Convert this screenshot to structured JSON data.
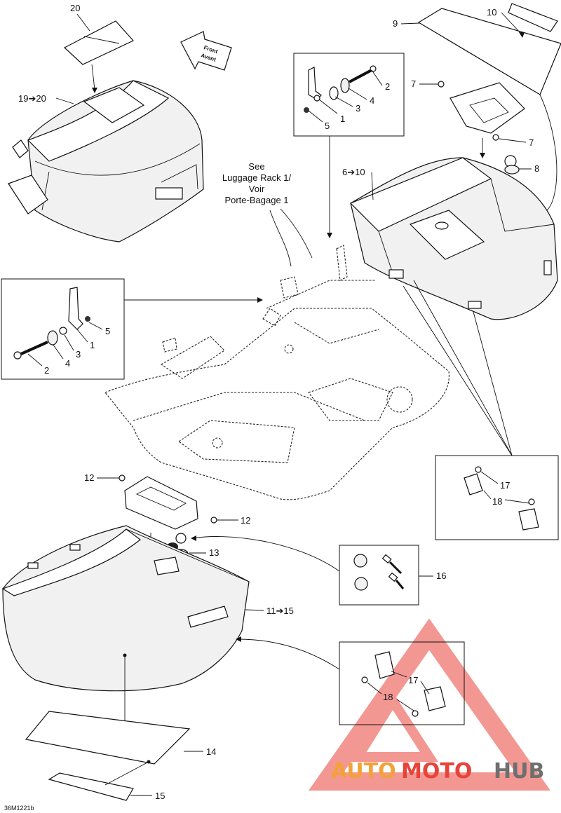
{
  "diagram": {
    "drawing_code": "36M1221b",
    "front_arrow": {
      "line1": "Front",
      "line2": "Avant"
    },
    "note": {
      "line1": "See",
      "line2": "Luggage Rack 1/",
      "line3": "Voir",
      "line4": "Porte-Bagage 1"
    },
    "callouts": {
      "c20": "20",
      "c19_20": "19➔20",
      "c10_top": "10",
      "c9": "9",
      "c7a": "7",
      "c7b": "7",
      "c8": "8",
      "c6_10": "6➔10",
      "tr2": "2",
      "tr4": "4",
      "tr3": "3",
      "tr1": "1",
      "tr5": "5",
      "ml5": "5",
      "ml1": "1",
      "ml3": "3",
      "ml4": "4",
      "ml2": "2",
      "c12a": "12",
      "c12b": "12",
      "c13": "13",
      "c16": "16",
      "c11_15": "11➔15",
      "r17": "17",
      "r18": "18",
      "b17": "17",
      "b18": "18",
      "c14": "14",
      "c15": "15"
    }
  },
  "watermark": {
    "part1": "AUTO",
    "part2": "MOTO",
    "part3": "HUB",
    "color_red": "#e8433a",
    "color_orange": "#f3a23a",
    "color_grey": "#6f6f6f"
  }
}
